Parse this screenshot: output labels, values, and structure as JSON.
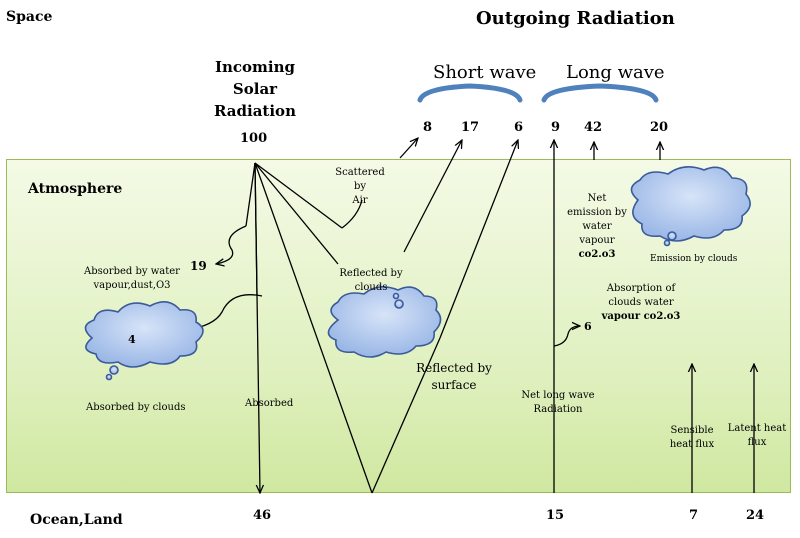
{
  "labels": {
    "space": "Space",
    "ocean_land": "Ocean,Land",
    "atmosphere": "Atmosphere",
    "outgoing_radiation": "Outgoing Radiation",
    "incoming_line1": "Incoming",
    "incoming_line2": "Solar",
    "incoming_line3": "Radiation",
    "short_wave": "Short wave",
    "long_wave": "Long wave",
    "scattered_line1": "Scattered by",
    "scattered_line2": "Air",
    "absorbed_water_line1": "Absorbed by water",
    "absorbed_water_line2": "vapour,dust,O3",
    "reflected_clouds_line1": "Reflected by",
    "reflected_clouds_line2": "clouds",
    "absorbed_clouds": "Absorbed by clouds",
    "absorbed": "Absorbed",
    "reflected_surface_line1": "Reflected by",
    "reflected_surface_line2": "surface",
    "net_emission_line1": "Net",
    "net_emission_line2": "emission by",
    "net_emission_line3": "water",
    "net_emission_line4": "vapour",
    "net_emission_line5": "co2.o3",
    "emission_clouds": "Emission by clouds",
    "absorption_line1": "Absorption of",
    "absorption_line2": "clouds water",
    "absorption_line3": "vapour co2.o3",
    "net_longwave_line1": "Net long wave",
    "net_longwave_line2": "Radiation",
    "sensible_line1": "Sensible",
    "sensible_line2": "heat flux",
    "latent_line1": "Latent heat",
    "latent_line2": "flux"
  },
  "values": {
    "incoming": "100",
    "sw_scattered": "8",
    "sw_clouds": "17",
    "sw_surface": "6",
    "lw_net_surface": "9",
    "lw_water_vapour": "42",
    "lw_clouds": "20",
    "absorbed_water": "19",
    "absorbed_clouds": "4",
    "cloud_absorption": "6",
    "surface_absorbed": "46",
    "surface_net_longwave": "15",
    "sensible": "7",
    "latent": "24"
  },
  "colors": {
    "atmosphere_top": "#f4fae6",
    "atmosphere_bottom": "#cfe8a0",
    "cloud_fill": "#a9c3ec",
    "cloud_stroke": "#3a5a9a",
    "brace": "#4f81bd"
  }
}
